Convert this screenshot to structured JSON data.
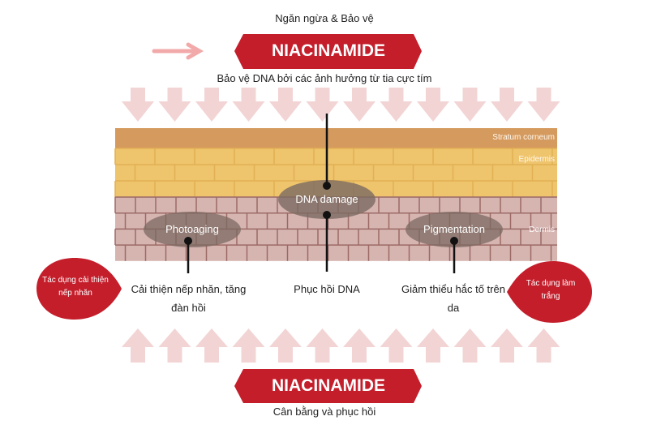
{
  "top_caption": "Ngăn ngừa & Bảo vệ",
  "top_banner": "NIACINAMIDE",
  "top_subtitle": "Bảo vệ DNA bởi các ảnh hưởng từ tia cực tím",
  "layers": {
    "stratum": "Stratum corneum",
    "epidermis": "Epidermis",
    "dermis": "Dermis"
  },
  "markers": {
    "dna": "DNA damage",
    "photoaging": "Photoaging",
    "pigmentation": "Pigmentation"
  },
  "effects": {
    "left": "Cải thiện nếp nhăn, tăng đàn hồi",
    "center": "Phục hồi DNA",
    "right": "Giảm thiểu hắc tố trên da"
  },
  "badges": {
    "left": "Tác dụng cải thiện nếp nhăn",
    "right": "Tác dụng làm trắng"
  },
  "bottom_banner": "NIACINAMIDE",
  "bottom_caption": "Cân bằng và phục hồi",
  "colors": {
    "red": "#c41e2b",
    "arrow": "#f3d4d4",
    "stratum": "#d59a5e",
    "epidermis": "#eec46c",
    "dermis": "#d6b5b1"
  }
}
